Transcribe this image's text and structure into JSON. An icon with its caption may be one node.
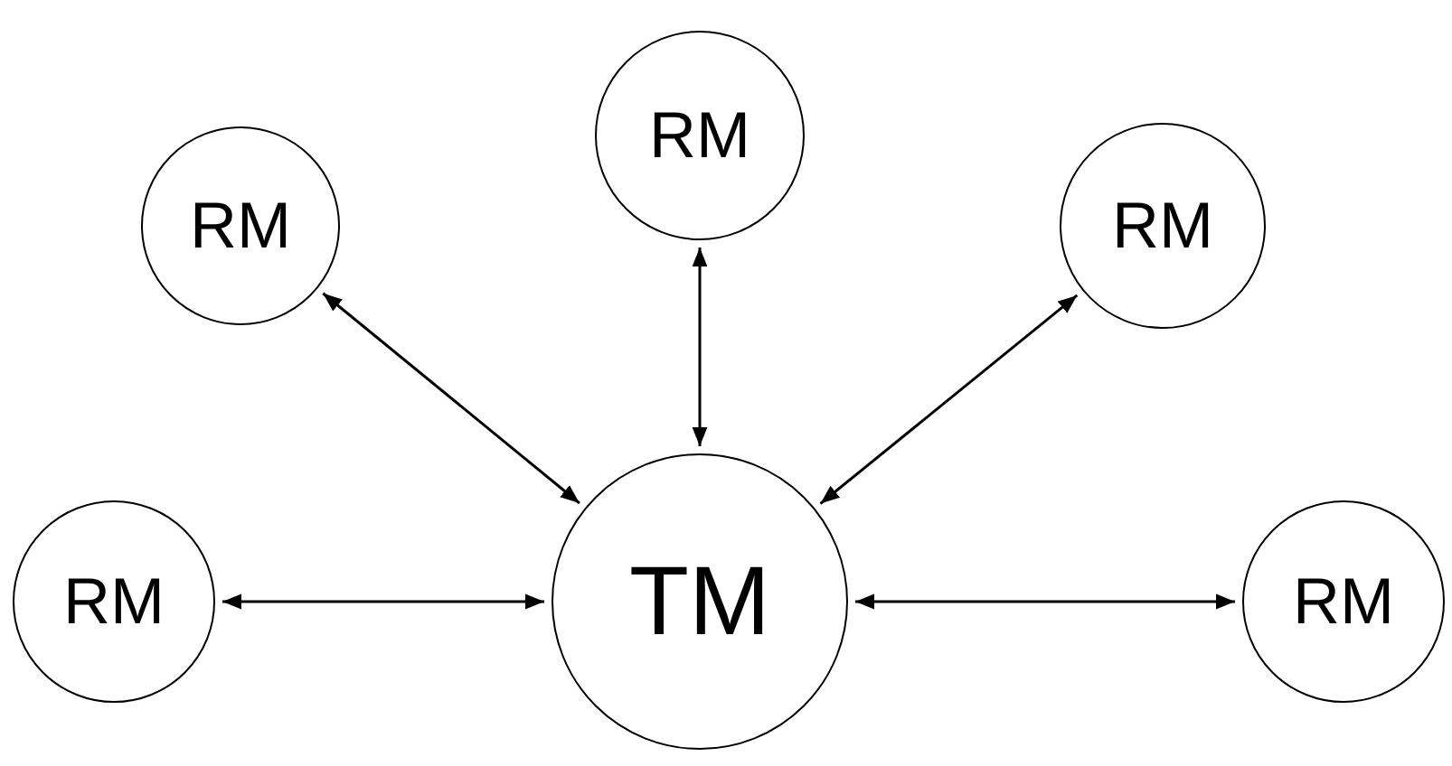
{
  "diagram": {
    "nodes": [
      {
        "text": [
          "RM"
        ]
      },
      {
        "text": [
          "RM"
        ]
      },
      {
        "text": [
          "RM"
        ]
      },
      {
        "text": [
          "RM"
        ]
      },
      {
        "text": [
          "TM"
        ]
      },
      {
        "text": [
          "RM"
        ]
      }
    ],
    "edges": [
      {
        "from": 4,
        "to": 1,
        "arrow": "both"
      },
      {
        "from": 4,
        "to": 0,
        "arrow": "both"
      },
      {
        "from": 4,
        "to": 2,
        "arrow": "both"
      },
      {
        "from": 4,
        "to": 3,
        "arrow": "both"
      },
      {
        "from": 4,
        "to": 5,
        "arrow": "both"
      }
    ]
  }
}
